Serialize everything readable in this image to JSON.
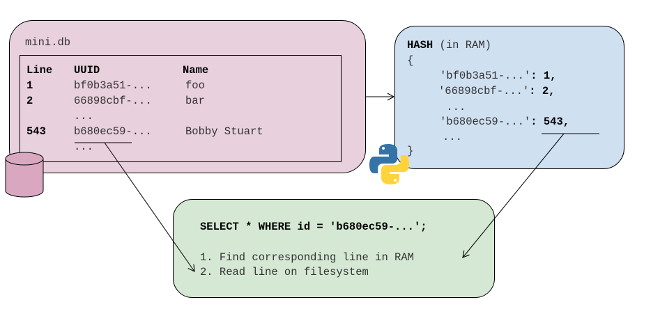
{
  "colors": {
    "db_fill": "#e8d0dc",
    "hash_fill": "#cfe0f1",
    "query_fill": "#d5e8d4",
    "cylinder_fill": "#d9a8c0",
    "python_blue": "#3572a5",
    "python_yellow": "#ffd43b"
  },
  "db": {
    "title": "mini.db",
    "headers": {
      "line": "Line",
      "uuid": "UUID",
      "name": "Name"
    },
    "rows": [
      {
        "line": "1",
        "uuid": "bf0b3a51-...",
        "name": "foo"
      },
      {
        "line": "2",
        "uuid": "66898cbf-...",
        "name": "bar"
      },
      {
        "line": "",
        "uuid": "...",
        "name": ""
      },
      {
        "line": "543",
        "uuid": "b680ec59-...",
        "name": "Bobby Stuart"
      },
      {
        "line": "",
        "uuid": "...",
        "name": ""
      }
    ]
  },
  "hash": {
    "title": "HASH",
    "subtitle": "(in RAM)",
    "open": "{",
    "close": "}",
    "entries": [
      {
        "key": "'bf0b3a51-...'",
        "sep": ": ",
        "value": "1,"
      },
      {
        "key": "'66898cbf-...'",
        "sep": ": ",
        "value": "2,"
      },
      {
        "key": " ...",
        "sep": "",
        "value": ""
      },
      {
        "key": "'b680ec59-...'",
        "sep": ": ",
        "value": "543,"
      },
      {
        "key": "...",
        "sep": "",
        "value": ""
      }
    ]
  },
  "query": {
    "sql": "SELECT * WHERE id = 'b680ec59-...';",
    "step1": "1. Find corresponding line in RAM",
    "step2": "2. Read line on filesystem"
  },
  "icons": {
    "database": "database-cylinder-icon",
    "python": "python-logo-icon"
  }
}
